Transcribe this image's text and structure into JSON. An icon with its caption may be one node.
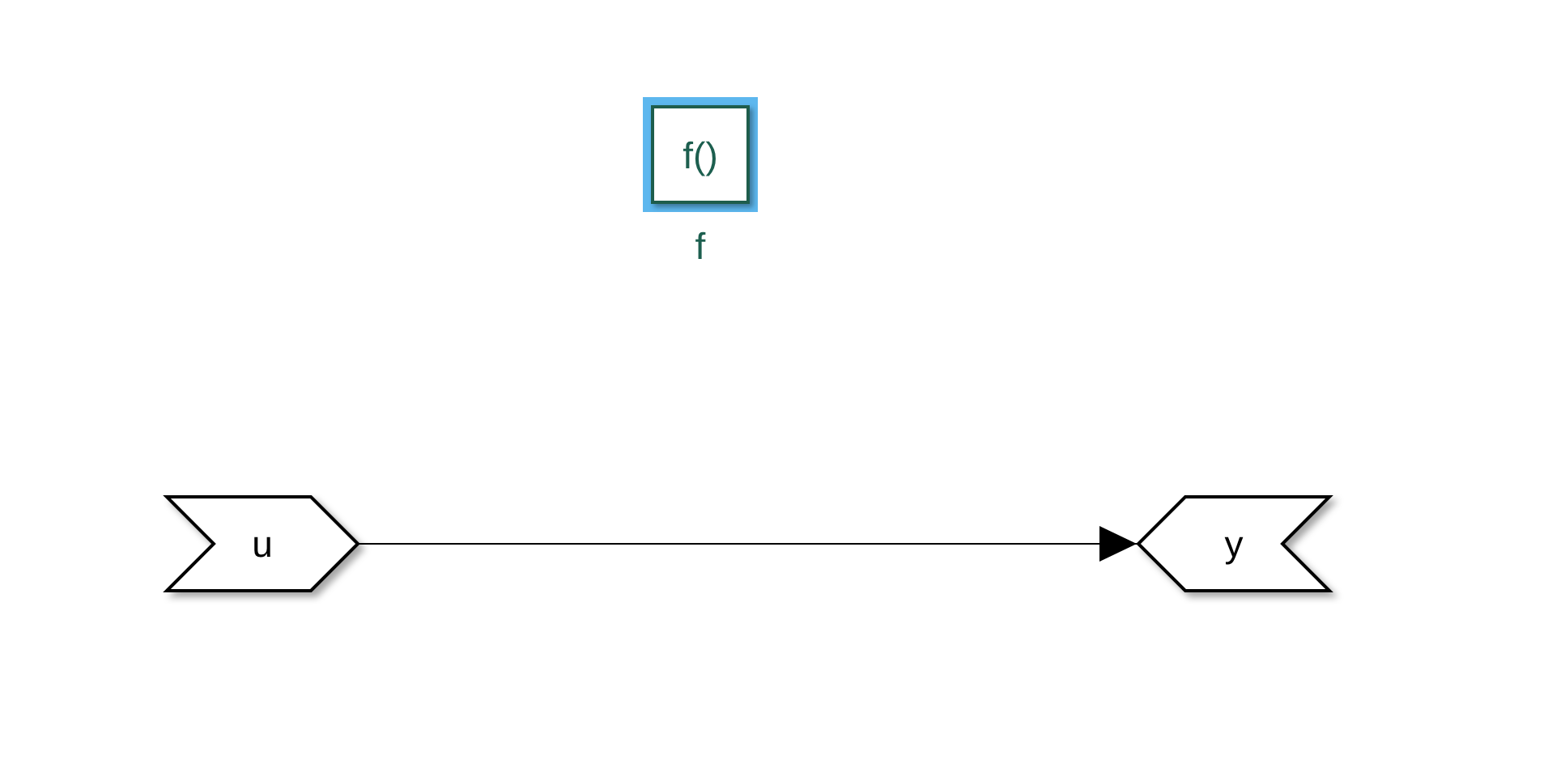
{
  "diagram": {
    "nodes": [
      {
        "text": [
          "f()"
        ],
        "beside": [
          "f"
        ]
      },
      {
        "text": [
          "u"
        ]
      },
      {
        "text": [
          "y"
        ]
      }
    ],
    "edges": [
      {
        "from": 1,
        "to": 2,
        "arrow": "to"
      }
    ]
  }
}
